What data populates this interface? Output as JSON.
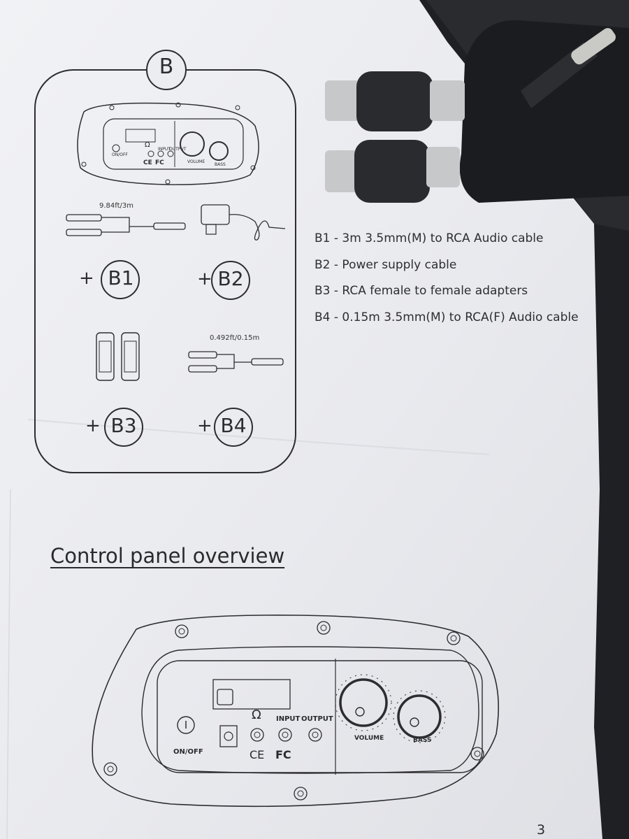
{
  "box_label": "B",
  "panel_small": {
    "on_off": "ON/OFF",
    "input": "INPUT",
    "output": "OUTPUT",
    "volume": "VOLUME",
    "bass": "BASS",
    "headphone_symbol": "Ω",
    "ce": "CE",
    "fc": "FC"
  },
  "cable_b1_length": "9.84ft/3m",
  "cable_b4_length": "0.492ft/0.15m",
  "badges": [
    {
      "plus": "+",
      "label": "B1"
    },
    {
      "plus": "+",
      "label": "B2"
    },
    {
      "plus": "+",
      "label": "B3"
    },
    {
      "plus": "+",
      "label": "B4"
    }
  ],
  "legend": [
    "B1 - 3m 3.5mm(M) to RCA Audio cable",
    "B2 - Power supply cable",
    "B3 - RCA female to female adapters",
    "B4 - 0.15m 3.5mm(M) to RCA(F) Audio cable"
  ],
  "section_title": "Control panel overview",
  "panel_large": {
    "on_off": "ON/OFF",
    "input": "INPUT",
    "output": "OUTPUT",
    "volume": "VOLUME",
    "bass": "BASS",
    "headphone_symbol": "Ω",
    "ce": "CE",
    "fc": "FC"
  },
  "page_number": "3",
  "colors": {
    "paper": "#ecedf1",
    "ink": "#2b2b2e",
    "background": "#1e1f22"
  }
}
